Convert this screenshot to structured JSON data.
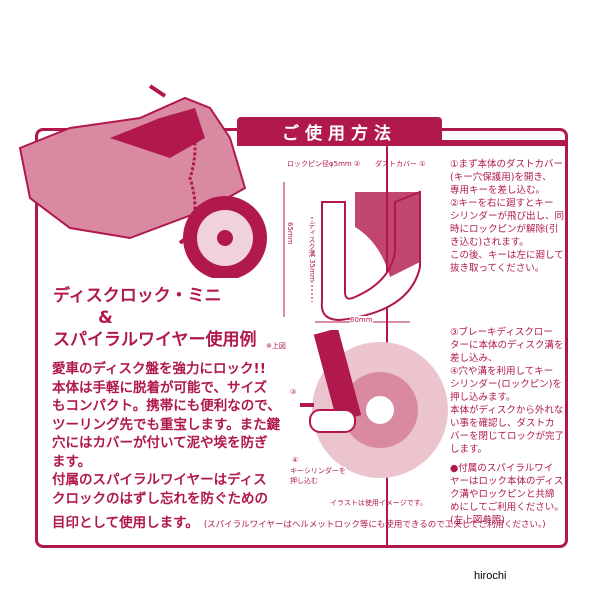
{
  "header": {
    "title": "ご使用方法"
  },
  "product": {
    "title_line1": "ディスクロック・ミニ",
    "amp": "&",
    "title_line2": "スパイラルワイヤー使用例",
    "ref": "※上図"
  },
  "description": [
    "愛車のディスク盤を強力にロック!!",
    "本体は手軽に脱着が可能で、サイズ",
    "もコンパクト。携帯にも便利なので、",
    "ツーリング先でも重宝します。また鍵",
    "穴にはカバーが付いて泥や埃を防ぎ",
    "ます。",
    "付属のスパイラルワイヤーはディス",
    "クロックのはずし忘れを防ぐための"
  ],
  "description_last": "目印として使用します。",
  "footnote": "(スパイラルワイヤーはヘルメットロック等にも使用できるので工夫してご利用ください。)",
  "diagram": {
    "lock_pin": "ロックピン径φ5mm ②",
    "dust_cover": "ダストカバー ①",
    "height": "65mm",
    "groove": "ディスク溝 35mm",
    "width": "60mm"
  },
  "steps_top": [
    "①まず本体のダストカバー",
    "(キー穴保護用)を開き、",
    "専用キーを差し込む。",
    "②キーを右に廻すとキー",
    "シリンダーが飛び出し、同",
    "時にロックピンが解除(引",
    "き込む)されます。",
    "この後、キーは左に廻して",
    "抜き取ってください。"
  ],
  "steps_bottom": [
    "③ブレーキディスクロー",
    "ターに本体のディスク溝を",
    "差し込み、",
    "④穴や溝を利用してキー",
    "シリンダー(ロックピン)を",
    "押し込みます。",
    "本体がディスクから外れな",
    "い事を確認し、ダストカ",
    "バーを閉じてロックが完了",
    "します。"
  ],
  "wire_note": [
    "●付属のスパイラルワイ",
    "ヤーはロック本体のディス",
    "ク溝やロックピンと共締",
    "めにしてご利用ください。",
    "(左上図参照)"
  ],
  "illustration": {
    "step3": "③",
    "step4": "④",
    "step4_label1": "キーシリンダーを",
    "step4_label2": "押し込む",
    "caption": "イラストは使用イメージです。"
  },
  "watermark": "hirochi",
  "colors": {
    "accent": "#b0184e",
    "light": "#e8b8c4"
  }
}
